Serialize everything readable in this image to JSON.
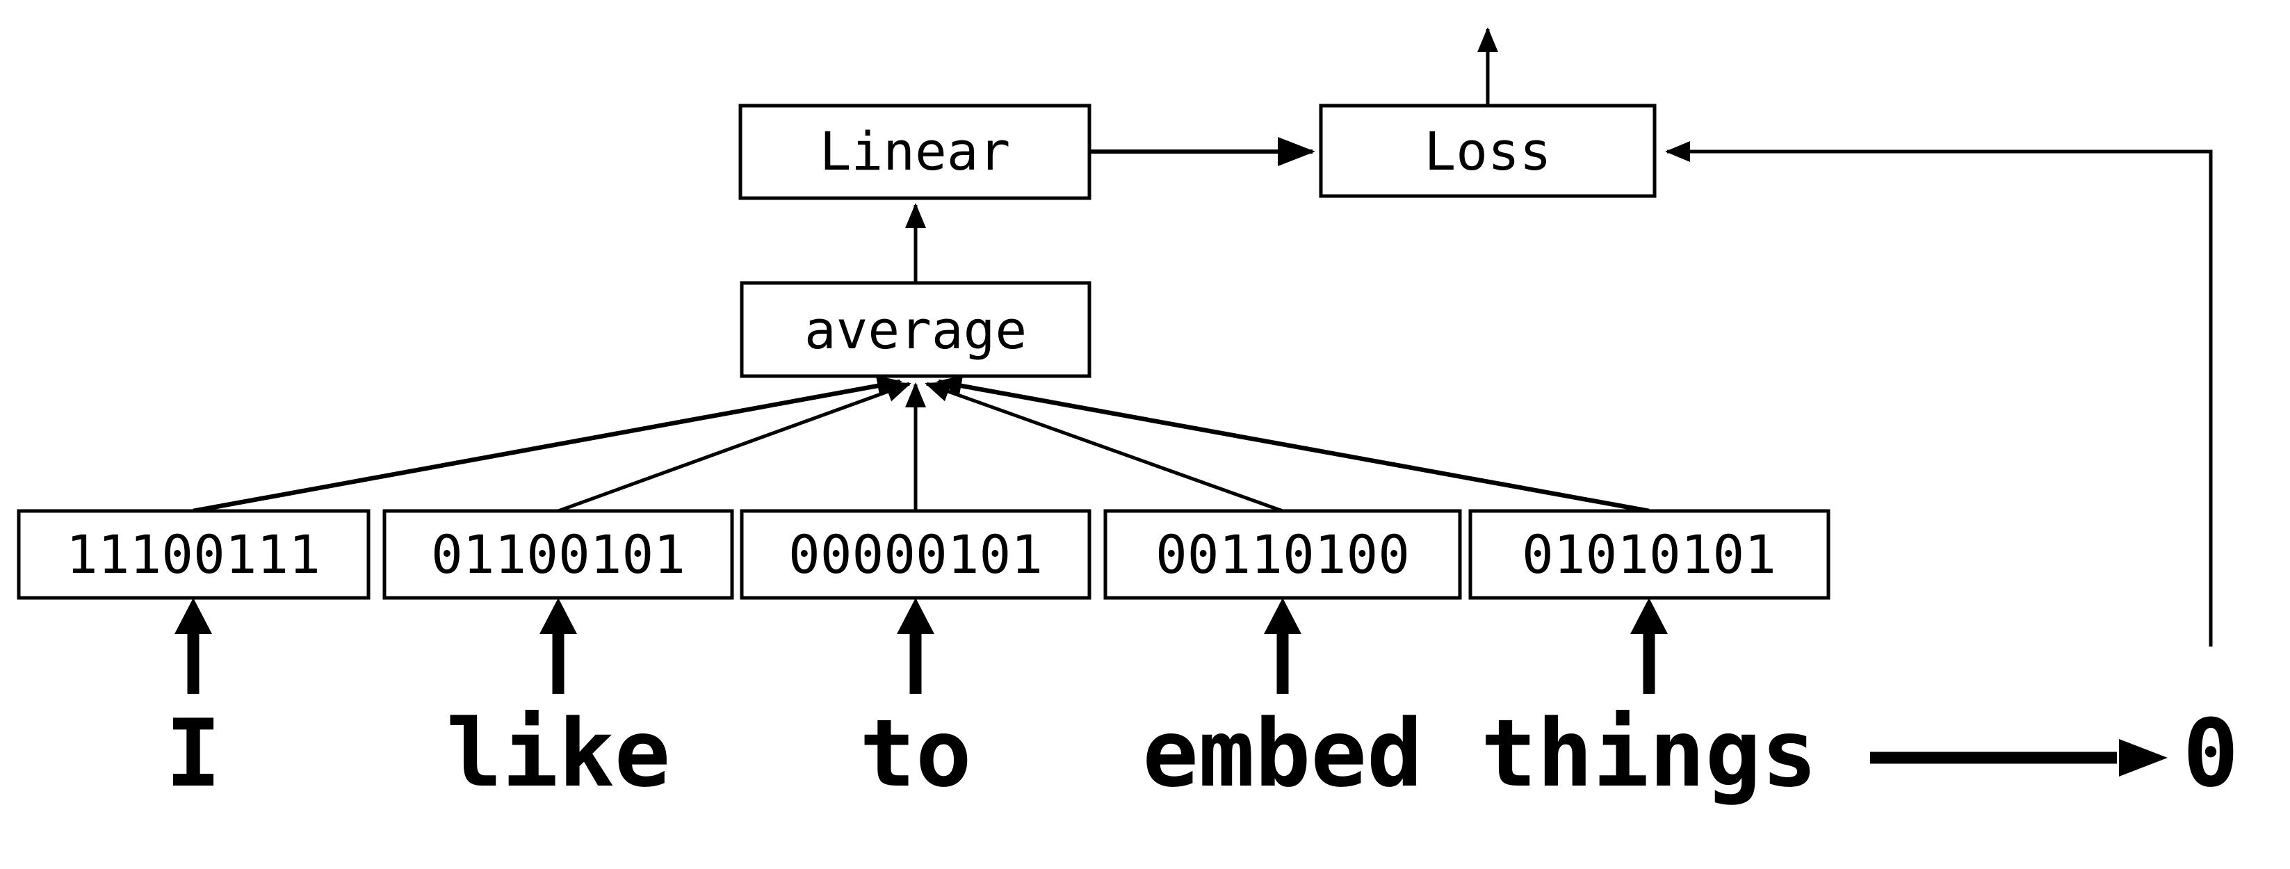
{
  "nodes": {
    "linear": "Linear",
    "loss": "Loss",
    "average": "average"
  },
  "tokens": [
    {
      "word": "I",
      "bits": "11100111"
    },
    {
      "word": "like",
      "bits": "01100101"
    },
    {
      "word": "to",
      "bits": "00000101"
    },
    {
      "word": "embed",
      "bits": "00110100"
    },
    {
      "word": "things",
      "bits": "01010101"
    }
  ],
  "target": "0",
  "colors": {
    "ink": "#000000",
    "background": "#ffffff"
  }
}
